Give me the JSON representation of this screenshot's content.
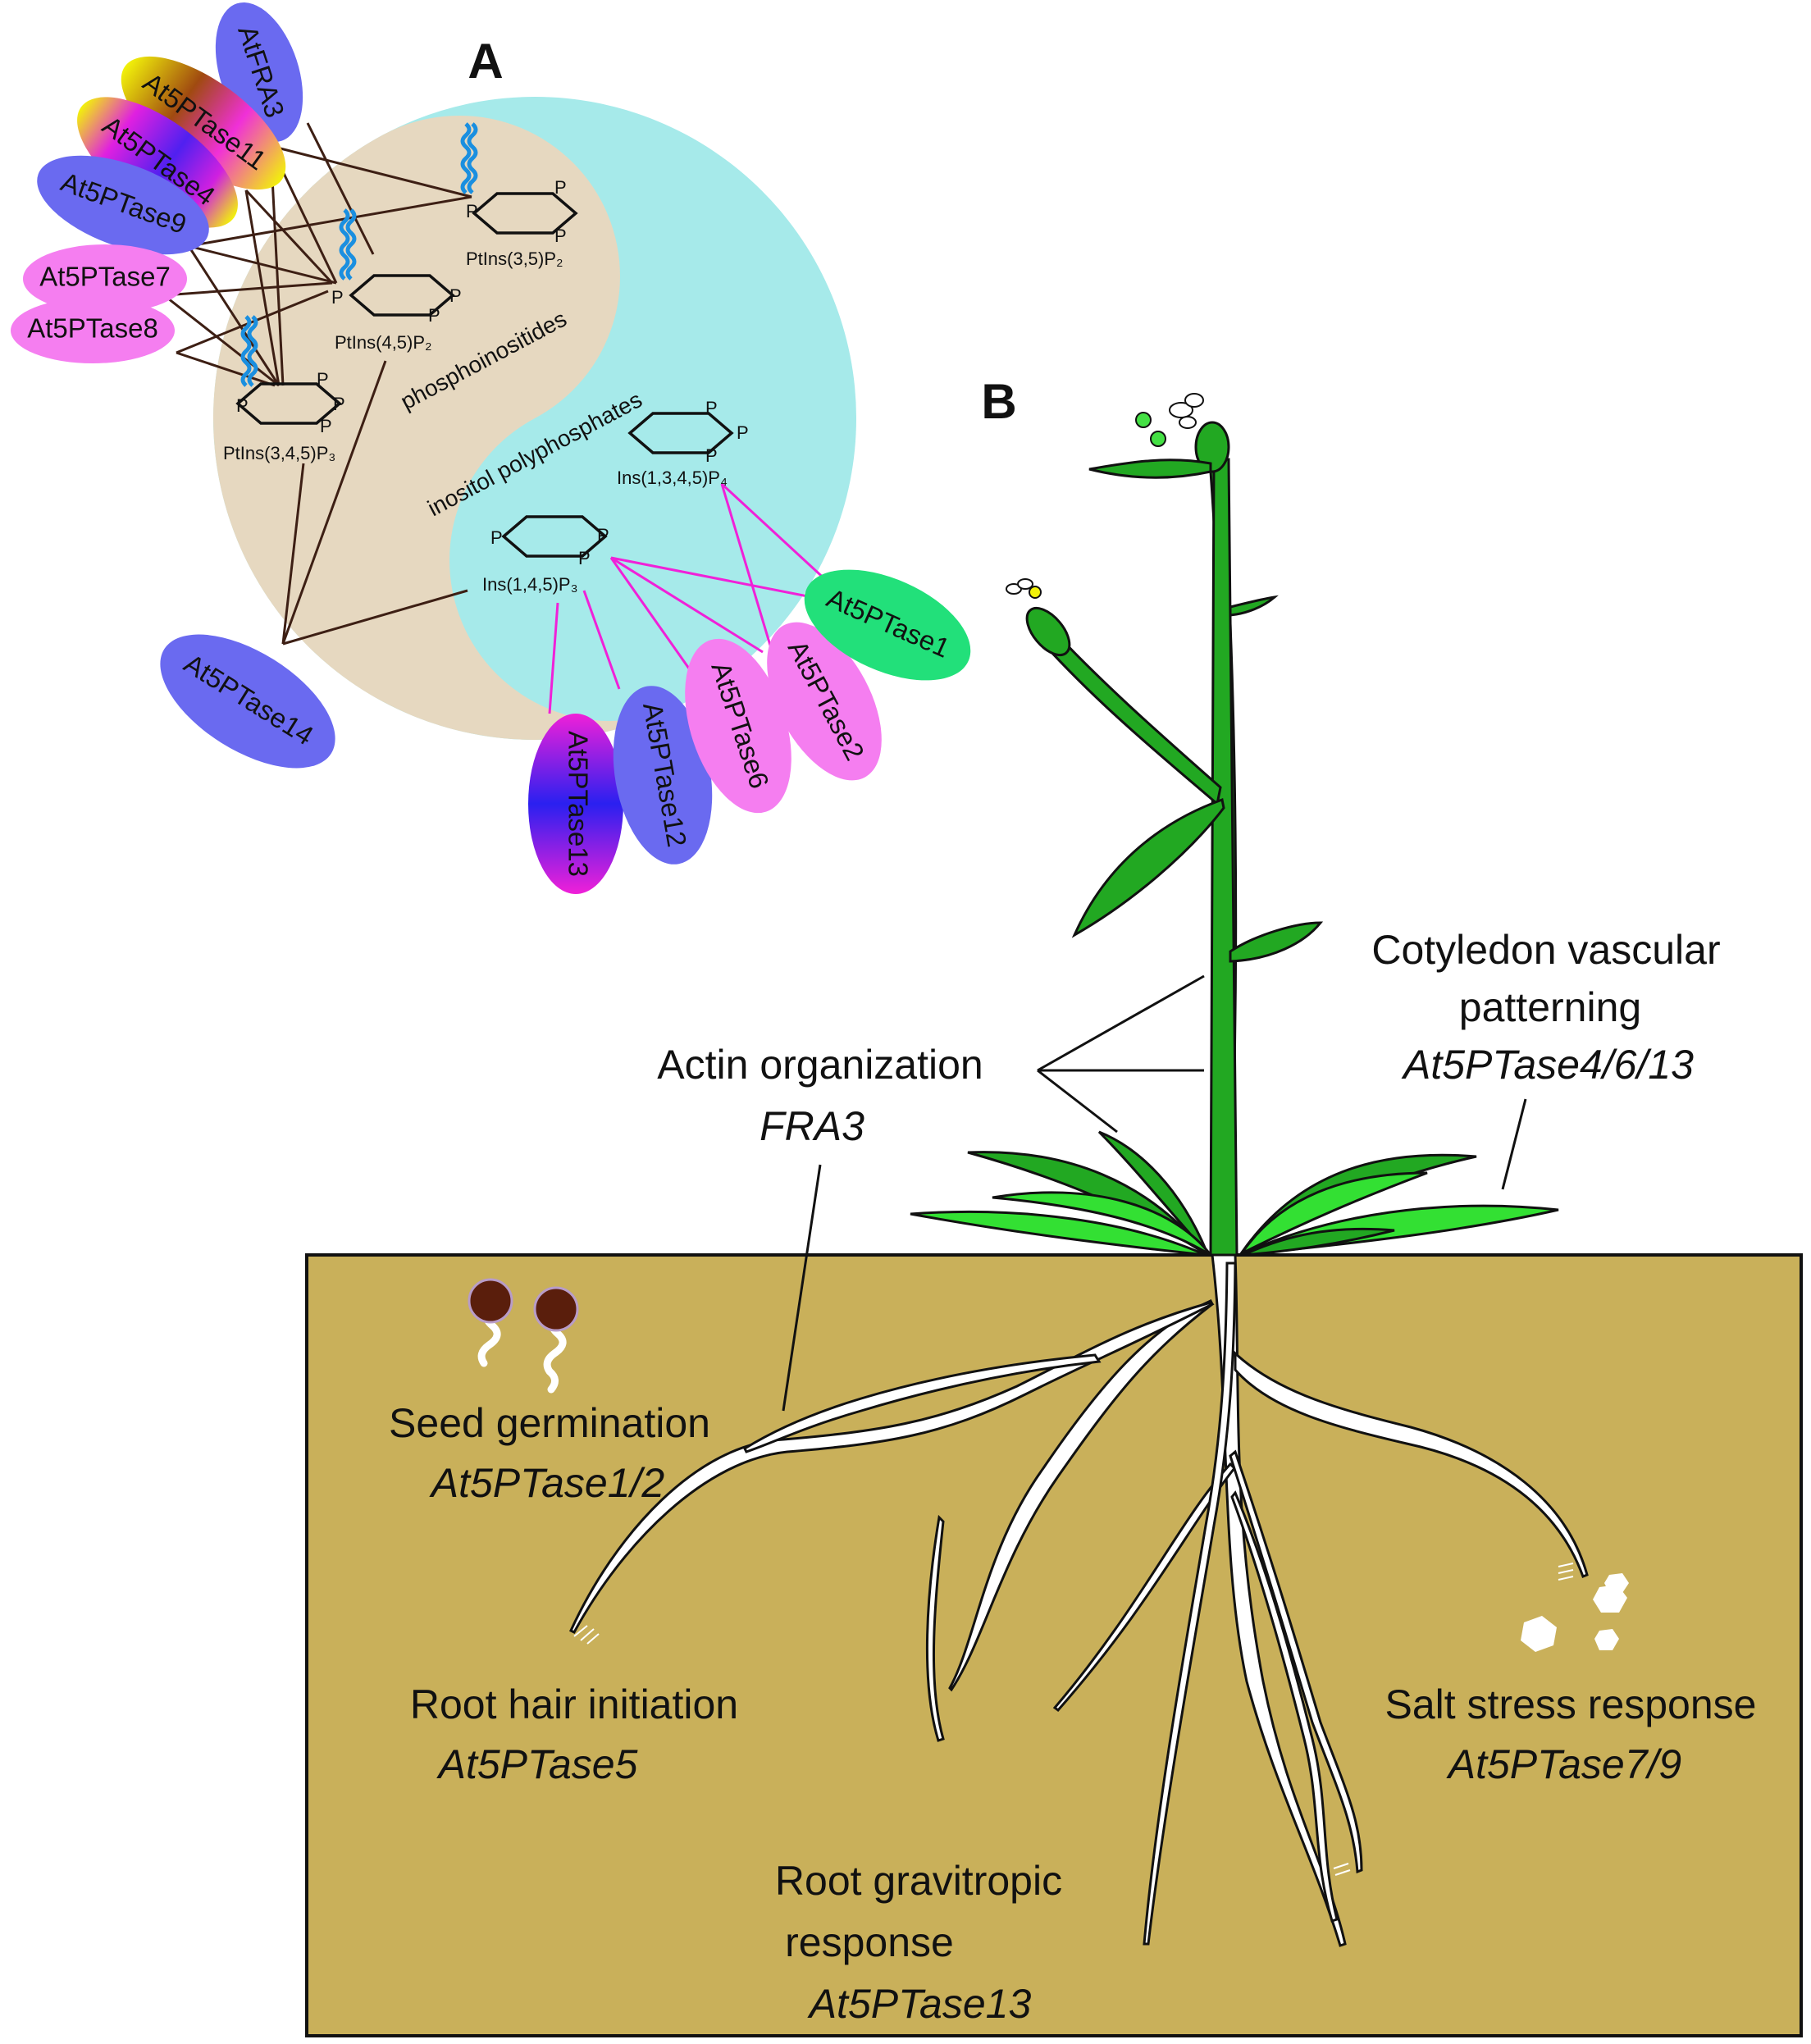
{
  "panel_a": {
    "label": "A",
    "region_labels": {
      "phosphoinositides": "phosphoinositides",
      "inositol_polyphosphates": "inositol polyphosphates"
    },
    "molecules": {
      "ptins35p2": "PtIns(3,5)P₂",
      "ptins45p2": "PtIns(4,5)P₂",
      "ptins345p3": "PtIns(3,4,5)P₃",
      "ins1345p4": "Ins(1,3,4,5)P₄",
      "ins145p3": "Ins(1,4,5)P₃"
    },
    "phosphate_symbol": "P",
    "enzymes": {
      "atfra3": "AtFRA3",
      "at5ptase11": "At5PTase11",
      "at5ptase4": "At5PTase4",
      "at5ptase9": "At5PTase9",
      "at5ptase7": "At5PTase7",
      "at5ptase8": "At5PTase8",
      "at5ptase14": "At5PTase14",
      "at5ptase13": "At5PTase13",
      "at5ptase12": "At5PTase12",
      "at5ptase6": "At5PTase6",
      "at5ptase2": "At5PTase2",
      "at5ptase1": "At5PTase1"
    },
    "colors": {
      "phosphoinositide_region": "#e6d8c0",
      "inositol_region": "#a6eaea",
      "blue_enzyme": "#6a6af0",
      "pink_enzyme": "#f57ef0",
      "green_enzyme": "#22e07a",
      "phosphoinositide_link": "#3d1f14",
      "inositol_link": "#f021d8",
      "lipid_tail": "#1a8fe0"
    }
  },
  "panel_b": {
    "label": "B",
    "annotations": {
      "actin": {
        "title": "Actin organization",
        "genes": "FRA3"
      },
      "cotyledon": {
        "title_line1": "Cotyledon vascular",
        "title_line2": "patterning",
        "genes": "At5PTase4/6/13"
      },
      "seed": {
        "title": "Seed germination",
        "genes": "At5PTase1/2"
      },
      "root_hair": {
        "title": "Root hair initiation",
        "genes": "At5PTase5"
      },
      "gravitropic": {
        "title_line1": "Root gravitropic",
        "title_line2": "response",
        "genes": "At5PTase13"
      },
      "salt": {
        "title": "Salt stress response",
        "genes": "At5PTase7/9"
      }
    },
    "colors": {
      "soil": "#c9b05a",
      "stem": "#22a822",
      "leaf_dark": "#1f9e1f",
      "leaf_light": "#33e033",
      "root": "#ffffff",
      "seed": "#5a1e0c"
    }
  }
}
